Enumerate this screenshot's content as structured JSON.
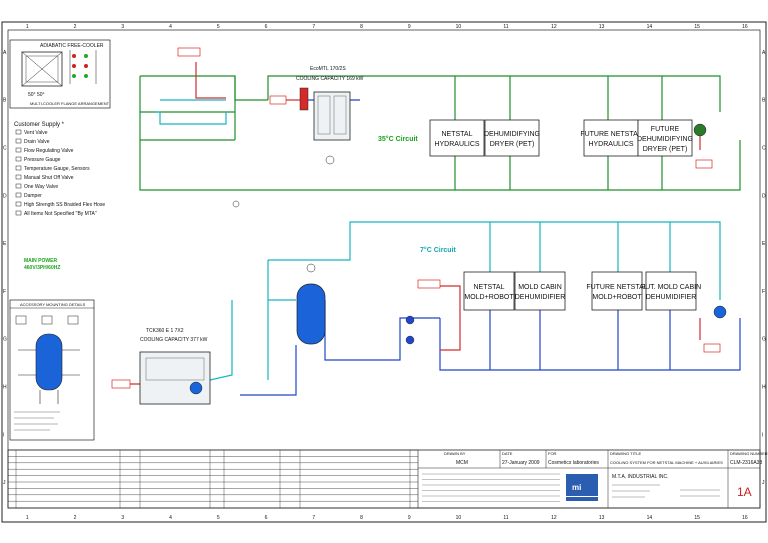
{
  "frame": {
    "col_numbers": [
      "1",
      "2",
      "3",
      "4",
      "5",
      "6",
      "7",
      "8",
      "9",
      "10",
      "11",
      "12",
      "13",
      "14",
      "15",
      "16"
    ],
    "row_letters": [
      "A",
      "B",
      "C",
      "D",
      "E",
      "F",
      "G",
      "H",
      "I",
      "J"
    ]
  },
  "inset_top": {
    "title": "ADIABATIC FREE-COOLER",
    "angle": "50° 50°",
    "caption": "MULTI-COOLER FLANGE ARRANGEMENT"
  },
  "legend": {
    "heading": "Customer Supply *",
    "items": [
      "Vent Valve",
      "Drain Valve",
      "Flow Regulating Valve",
      "Pressure Gauge",
      "Temperature Gauge, Sensors",
      "Manual Shut Off Valve",
      "One Way Valve",
      "Damper",
      "High Strength SS Braided Flex Hose",
      "All Items Not Specified \"By MTA\""
    ]
  },
  "main_power": [
    "MAIN POWER",
    "460V/3PH/60HZ"
  ],
  "inset_bottom": {
    "title": "ACCESSORY MOUNTING DETAILS"
  },
  "upper": {
    "circuit": "35°C Circuit",
    "equipment_code": "EcoMTL 170/2S",
    "equipment_caption": "COOLING CAPACITY 169 kW",
    "units": [
      [
        "NETSTAL",
        "HYDRAULICS"
      ],
      [
        "DEHUMIDIFYING",
        "DRYER (PET)"
      ],
      [
        "FUTURE NETSTAL",
        "HYDRAULICS"
      ],
      [
        "FUTURE",
        "DEHUMIDIFYING",
        "DRYER (PET)"
      ]
    ]
  },
  "lower": {
    "circuit": "7°C Circuit",
    "equipment_code": "TCK360 E 1 7X2",
    "equipment_caption": "COOLING CAPACITY 377 kW",
    "units": [
      [
        "NETSTAL",
        "MOLD+ROBOT"
      ],
      [
        "MOLD CABIN",
        "DEHUMIDIFIER"
      ],
      [
        "FUTURE NETSTAL",
        "MOLD+ROBOT"
      ],
      [
        "FUT. MOLD CABIN",
        "DEHUMIDIFIER"
      ]
    ]
  },
  "title_block": {
    "drawn_label": "DRAWN BY",
    "drawn": "MCM",
    "date_label": "DATE",
    "date": "27-January 2009",
    "for_label": "FOR",
    "for": "Cosmetics laboratories",
    "title_label": "DRAWING TITLE",
    "title": "COOLING SYSTEM FOR NETSTAL MACHINE + AUXILIARIES",
    "dwg_label": "DRAWING NUMBER",
    "dwg": "CLM-2316A33",
    "rev": "1A",
    "company": "M.T.A. INDUSTRIAL INC.",
    "logo": "mi"
  }
}
